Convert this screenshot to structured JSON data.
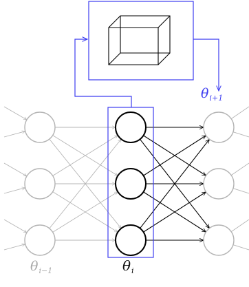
{
  "colors": {
    "faded": "#b4b4b4",
    "active": "#000000",
    "accent": "#3c3cf0",
    "background": "#ffffff"
  },
  "labels": {
    "prev": {
      "base": "θ",
      "sub": "i−1"
    },
    "current": {
      "base": "θ",
      "sub": "i"
    },
    "next": {
      "base": "θ",
      "sub": "i+1"
    }
  },
  "diagram": {
    "layers": [
      {
        "role": "previous",
        "neurons": 3,
        "state": "faded"
      },
      {
        "role": "current",
        "neurons": 3,
        "state": "active",
        "highlighted": true
      },
      {
        "role": "next",
        "neurons": 3,
        "state": "faded"
      }
    ],
    "module_icon": "wireframe-cube-icon"
  }
}
